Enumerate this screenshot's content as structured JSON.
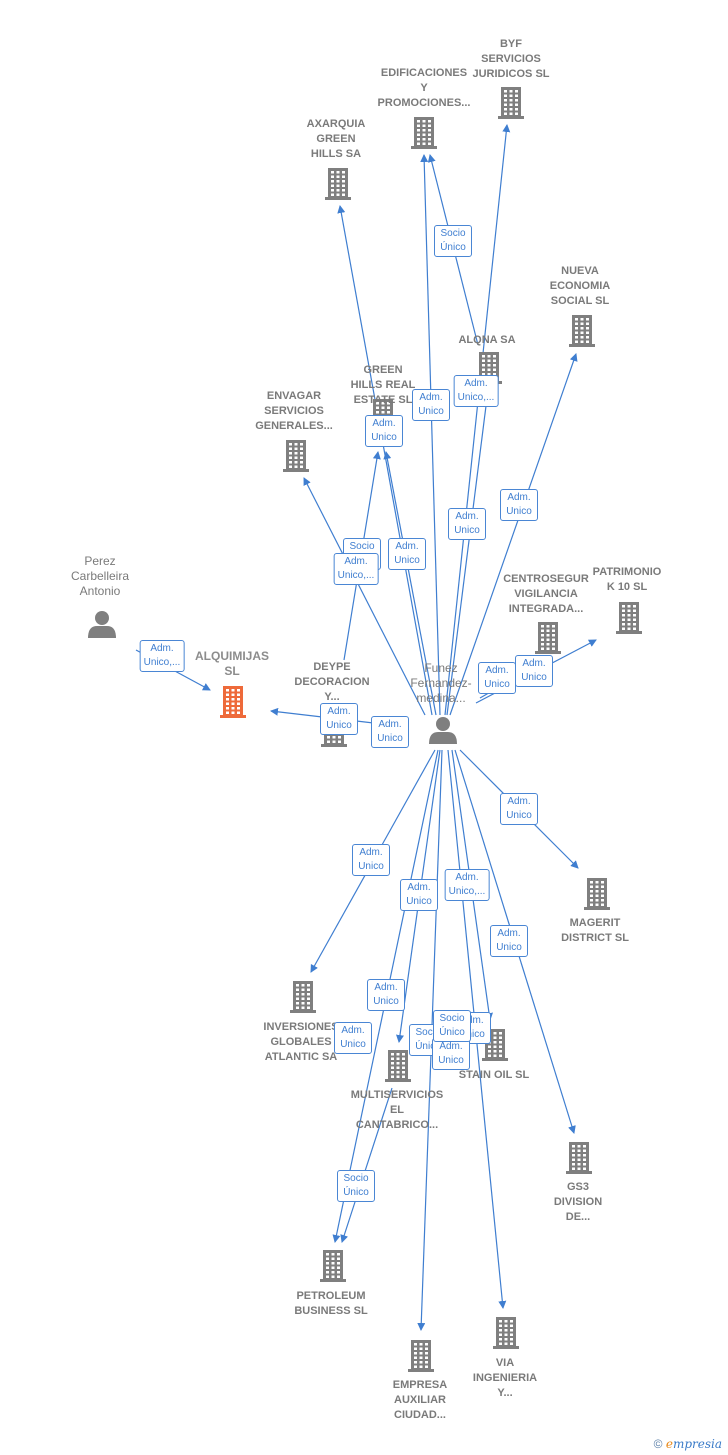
{
  "colors": {
    "edge": "#3f7ed0",
    "company": "#7f7f7f",
    "focus": "#ee6a3a",
    "person": "#7f7f7f"
  },
  "nodes": [
    {
      "id": "byf",
      "kind": "company",
      "label": [
        "BYF",
        "SERVICIOS",
        "JURIDICOS SL"
      ]
    },
    {
      "id": "edif",
      "kind": "company",
      "label": [
        "EDIFICACIONES",
        "Y",
        "PROMOCIONES..."
      ]
    },
    {
      "id": "axarquia",
      "kind": "company",
      "label": [
        "AXARQUIA",
        "GREEN",
        "HILLS SA"
      ]
    },
    {
      "id": "nueva",
      "kind": "company",
      "label": [
        "NUEVA",
        "ECONOMIA",
        "SOCIAL  SL"
      ]
    },
    {
      "id": "alqna",
      "kind": "company",
      "label": [
        "ALQNA SA"
      ]
    },
    {
      "id": "greenhills",
      "kind": "company",
      "label": [
        "GREEN",
        "HILLS REAL",
        "ESTATE  SL"
      ]
    },
    {
      "id": "envagar",
      "kind": "company",
      "label": [
        "ENVAGAR",
        "SERVICIOS",
        "GENERALES..."
      ]
    },
    {
      "id": "perez",
      "kind": "person",
      "label": [
        "Perez",
        "Carbelleira",
        "Antonio"
      ]
    },
    {
      "id": "alquimijas",
      "kind": "focus",
      "label": [
        "ALQUIMIJAS",
        "SL"
      ]
    },
    {
      "id": "deype",
      "kind": "company",
      "label": [
        "DEYPE",
        "DECORACION",
        "Y..."
      ]
    },
    {
      "id": "funez",
      "kind": "person",
      "label": [
        "Funez",
        "Fernandez-",
        "medina..."
      ]
    },
    {
      "id": "centroseg",
      "kind": "company",
      "label": [
        "CENTROSEGUR",
        "VIGILANCIA",
        "INTEGRADA..."
      ]
    },
    {
      "id": "patrimonio",
      "kind": "company",
      "label": [
        "PATRIMONIO",
        "K 10 SL"
      ]
    },
    {
      "id": "magerit",
      "kind": "company",
      "label": [
        "MAGERIT",
        "DISTRICT SL"
      ]
    },
    {
      "id": "inversiones",
      "kind": "company",
      "label": [
        "INVERSIONES",
        "GLOBALES",
        "ATLANTIC SA"
      ]
    },
    {
      "id": "stain",
      "kind": "company",
      "label": [
        "STAIN OIL  SL"
      ]
    },
    {
      "id": "multiserv",
      "kind": "company",
      "label": [
        "MULTISERVICIOS",
        "EL",
        "CANTABRICO..."
      ]
    },
    {
      "id": "gs3",
      "kind": "company",
      "label": [
        "GS3",
        "DIVISION",
        "DE..."
      ]
    },
    {
      "id": "petroleum",
      "kind": "company",
      "label": [
        "PETROLEUM",
        "BUSINESS  SL"
      ]
    },
    {
      "id": "via",
      "kind": "company",
      "label": [
        "VIA",
        "INGENIERIA",
        "Y..."
      ]
    },
    {
      "id": "empresa",
      "kind": "company",
      "label": [
        "EMPRESA",
        "AUXILIAR",
        "CIUDAD..."
      ]
    }
  ],
  "edges": [
    {
      "from": "funez",
      "to": "byf"
    },
    {
      "from": "funez",
      "to": "edif"
    },
    {
      "from": "alqna",
      "to": "edif"
    },
    {
      "from": "funez",
      "to": "axarquia"
    },
    {
      "from": "funez",
      "to": "nueva"
    },
    {
      "from": "funez",
      "to": "alqna"
    },
    {
      "from": "funez",
      "to": "greenhills"
    },
    {
      "from": "deype",
      "to": "greenhills"
    },
    {
      "from": "funez",
      "to": "envagar"
    },
    {
      "from": "funez",
      "to": "alquimijas"
    },
    {
      "from": "perez",
      "to": "alquimijas"
    },
    {
      "from": "funez",
      "to": "patrimonio"
    },
    {
      "from": "funez",
      "to": "centroseg"
    },
    {
      "from": "funez",
      "to": "magerit"
    },
    {
      "from": "funez",
      "to": "inversiones"
    },
    {
      "from": "funez",
      "to": "multiserv"
    },
    {
      "from": "funez",
      "to": "stain"
    },
    {
      "from": "funez",
      "to": "gs3"
    },
    {
      "from": "funez",
      "to": "petroleum"
    },
    {
      "from": "multiserv",
      "to": "petroleum"
    },
    {
      "from": "funez",
      "to": "via"
    },
    {
      "from": "funez",
      "to": "empresa"
    }
  ],
  "edge_labels": [
    [
      "Socio",
      "Único"
    ],
    [
      "Adm.",
      "Unico,..."
    ],
    [
      "Adm.",
      "Unico"
    ],
    [
      "Adm.",
      "Unico"
    ],
    [
      "Adm.",
      "Unico"
    ],
    [
      "Adm.",
      "Unico"
    ],
    [
      "Socio",
      "Único"
    ],
    [
      "Adm.",
      "Unico,..."
    ],
    [
      "Adm.",
      "Unico"
    ],
    [
      "Adm.",
      "Unico,..."
    ],
    [
      "Adm.",
      "Unico"
    ],
    [
      "Adm.",
      "Unico"
    ],
    [
      "Adm.",
      "Unico"
    ],
    [
      "Adm.",
      "Unico"
    ],
    [
      "Adm.",
      "Unico"
    ],
    [
      "Adm.",
      "Unico"
    ],
    [
      "Adm.",
      "Unico"
    ],
    [
      "Adm.",
      "Unico,..."
    ],
    [
      "Adm.",
      "Unico"
    ],
    [
      "Adm.",
      "Unico"
    ],
    [
      "Adm.",
      "Unico"
    ],
    [
      "Socio",
      "Único"
    ],
    [
      "Adm.",
      "Unico"
    ],
    [
      "Adm.",
      "Unico"
    ],
    [
      "Socio",
      "Único"
    ],
    [
      "Socio",
      "Único"
    ]
  ],
  "footer": {
    "copyright": "©",
    "brand_e": "e",
    "brand_rest": "mpresia"
  }
}
